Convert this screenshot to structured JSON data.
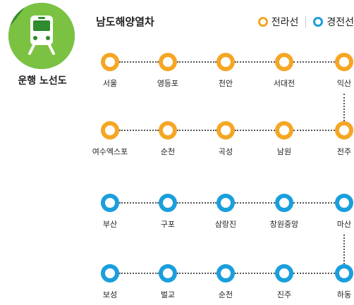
{
  "route_icon": {
    "label": "운행 노선도",
    "icon": "train-icon",
    "colors": {
      "dark": "#2e8b2e",
      "light": "#7cc242"
    }
  },
  "header": {
    "title": "남도해양열차",
    "legend": [
      {
        "label": "전라선",
        "color": "#f5a623"
      },
      {
        "label": "경전선",
        "color": "#1a9fdc"
      }
    ]
  },
  "rows": [
    {
      "line": "전라선",
      "color": "orange",
      "stations": [
        "서울",
        "영등포",
        "천안",
        "서대전",
        "익산"
      ]
    },
    {
      "line": "전라선",
      "color": "orange",
      "stations": [
        "여수엑스포",
        "순천",
        "곡성",
        "남원",
        "전주"
      ]
    },
    {
      "line": "경전선",
      "color": "blue",
      "stations": [
        "부산",
        "구포",
        "삼랑진",
        "창원중앙",
        "마산"
      ]
    },
    {
      "line": "경전선",
      "color": "blue",
      "stations": [
        "보성",
        "벌교",
        "순천",
        "진주",
        "하동"
      ]
    }
  ]
}
